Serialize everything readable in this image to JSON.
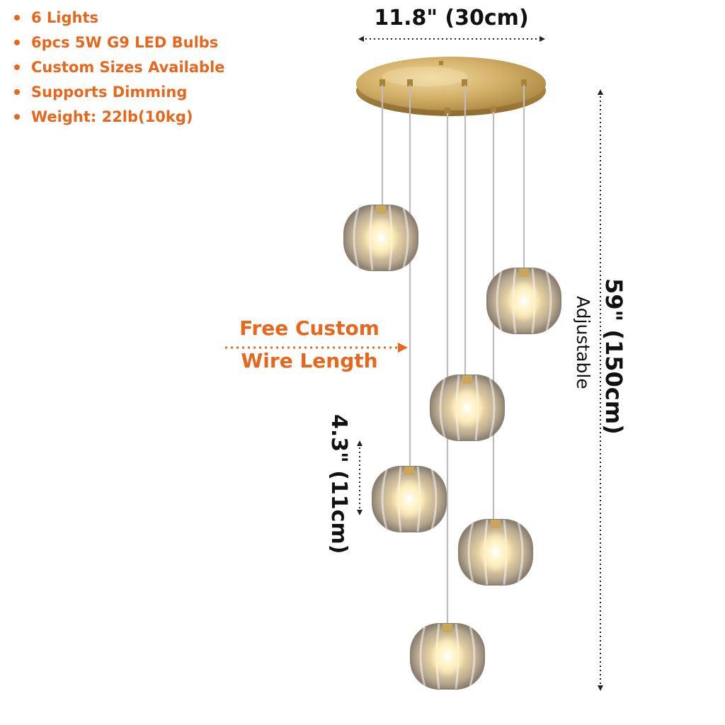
{
  "features": [
    {
      "label": "6 Lights"
    },
    {
      "label": "6pcs 5W G9 LED Bulbs"
    },
    {
      "label": "Custom Sizes Available"
    },
    {
      "label": "Supports Dimming"
    },
    {
      "label": "Weight: 22lb(10kg)"
    }
  ],
  "dimensions": {
    "canopy_width": "11.8\" (30cm)",
    "drop_height": "59\" (150cm)",
    "drop_note": "Adjustable",
    "shade_height": "4.3\" (11cm)"
  },
  "callout": {
    "line1": "Free Custom",
    "line2": "Wire Length"
  },
  "colors": {
    "accent": "#e8671c",
    "text": "#111111",
    "brass": "#c9a65a",
    "background": "#ffffff"
  }
}
